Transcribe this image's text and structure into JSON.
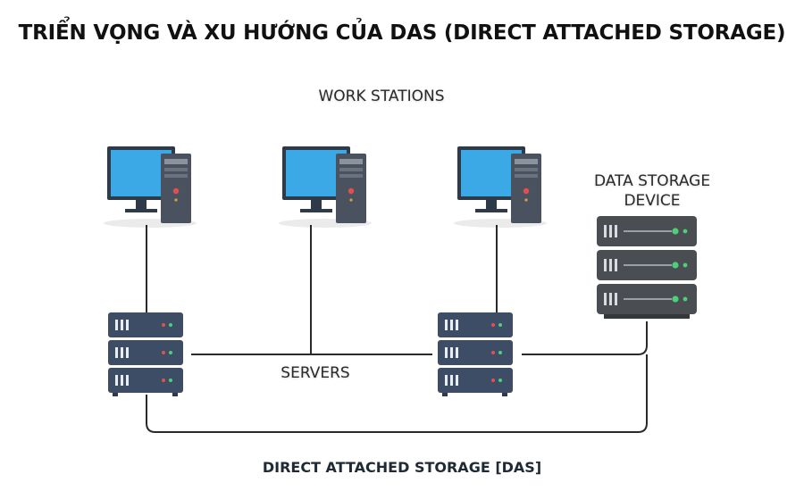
{
  "title": "TRIỂN VỌNG VÀ XU HƯỚNG CỦA DAS (DIRECT ATTACHED STORAGE)",
  "labels": {
    "workstations": "WORK STATIONS",
    "storage_line1": "DATA STORAGE",
    "storage_line2": "DEVICE",
    "servers": "SERVERS"
  },
  "caption": "DIRECT ATTACHED STORAGE [DAS]",
  "colors": {
    "monitor_screen": "#3aa9e6",
    "server_body": "#3d4d66",
    "storage_body": "#4a4d52",
    "led_green": "#4cd07a",
    "led_red": "#e05050",
    "line": "#2a2a2a"
  },
  "icons": [
    "workstation-icon",
    "server-icon",
    "storage-device-icon"
  ]
}
